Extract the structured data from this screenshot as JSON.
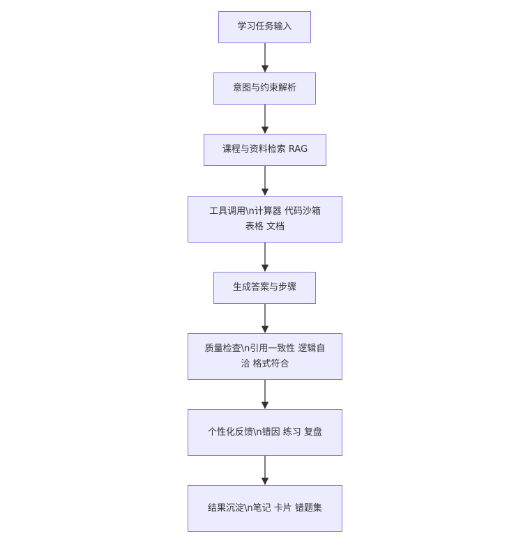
{
  "flowchart": {
    "nodes": [
      {
        "id": "n1",
        "label": "学习任务输入"
      },
      {
        "id": "n2",
        "label": "意图与约束解析"
      },
      {
        "id": "n3",
        "label": "课程与资料检索 RAG"
      },
      {
        "id": "n4",
        "label": "工具调用\\n计算器 代码沙箱 表格 文档"
      },
      {
        "id": "n5",
        "label": "生成答案与步骤"
      },
      {
        "id": "n6",
        "label": "质量检查\\n引用一致性 逻辑自洽 格式符合"
      },
      {
        "id": "n7",
        "label": "个性化反馈\\n错因 练习 复盘"
      },
      {
        "id": "n8",
        "label": "结果沉淀\\n笔记 卡片 错题集"
      }
    ],
    "edges": [
      {
        "from": "n1",
        "to": "n2"
      },
      {
        "from": "n2",
        "to": "n3"
      },
      {
        "from": "n3",
        "to": "n4"
      },
      {
        "from": "n4",
        "to": "n5"
      },
      {
        "from": "n5",
        "to": "n6"
      },
      {
        "from": "n6",
        "to": "n7"
      },
      {
        "from": "n7",
        "to": "n8"
      }
    ],
    "colors": {
      "node_fill": "#ececff",
      "node_border": "#9370db",
      "edge": "#333333",
      "text": "#333333"
    }
  }
}
